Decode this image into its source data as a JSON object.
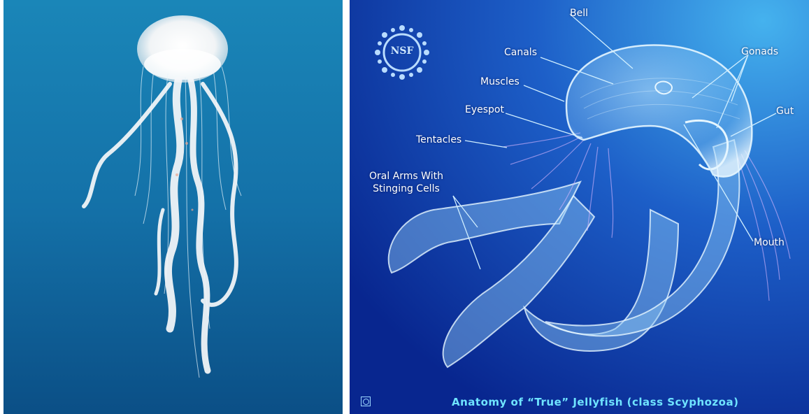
{
  "diagram": {
    "title": "Anatomy of “True” Jellyfish (class Scyphozoa)",
    "logo_text": "NSF",
    "labels": {
      "bell": "Bell",
      "canals": "Canals",
      "muscles": "Muscles",
      "eyespot": "Eyespot",
      "tentacles": "Tentacles",
      "oral_arms": "Oral Arms With\nStinging Cells",
      "gonads": "Gonads",
      "gut": "Gut",
      "mouth": "Mouth"
    }
  },
  "colors": {
    "photo_water_top": "#1a7fb2",
    "photo_water_bottom": "#0b4f86",
    "diagram_bg_light": "#3fa6e6",
    "diagram_bg_dark": "#08268f",
    "title": "#6fe4ff",
    "label": "#ffffff",
    "leader_line": "#cfeeff"
  }
}
